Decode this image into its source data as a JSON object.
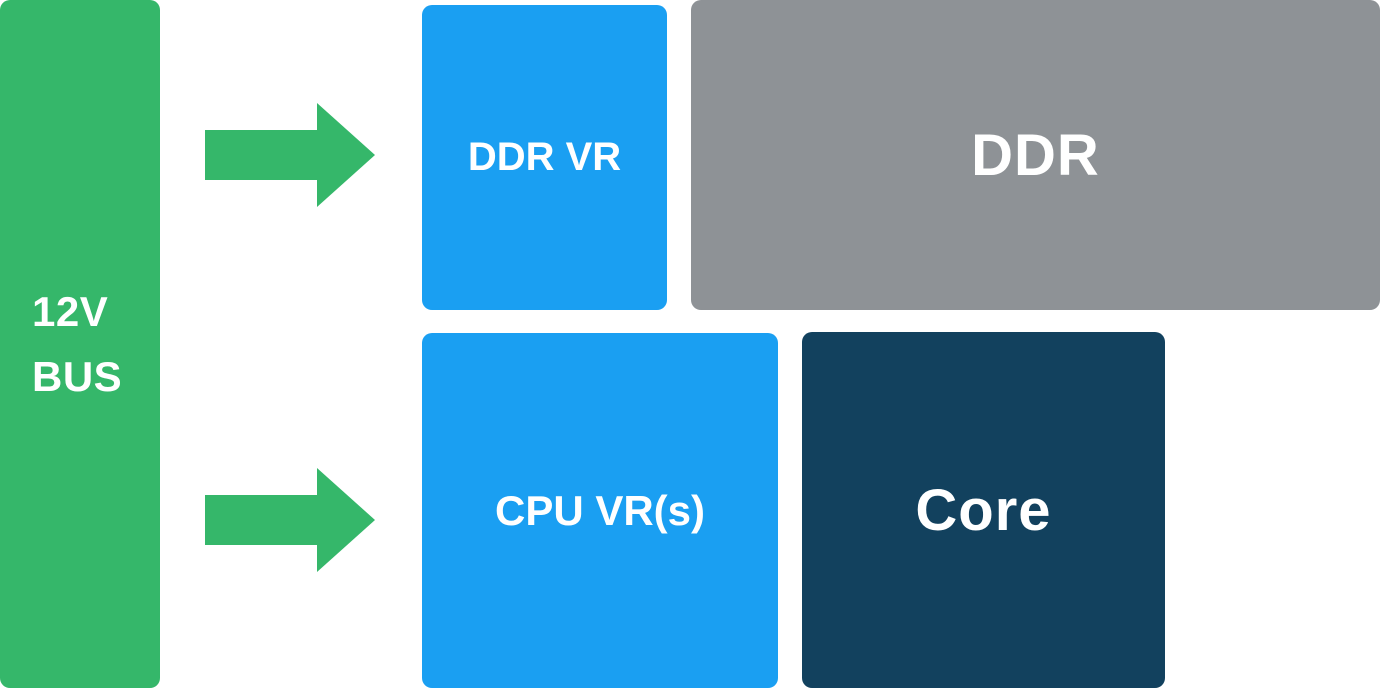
{
  "diagram": {
    "type": "block-diagram",
    "description": "Power delivery block diagram: 12V bus feeding DDR and CPU voltage regulators",
    "bus": {
      "lines": [
        "12V",
        "BUS"
      ],
      "color": "#35b76a"
    },
    "arrows": [
      {
        "id": "arrow-to-ddr-vr",
        "direction": "right",
        "color": "#35b76a"
      },
      {
        "id": "arrow-to-cpu-vr",
        "direction": "right",
        "color": "#35b76a"
      }
    ],
    "nodes": {
      "ddr_vr": {
        "label": "DDR VR",
        "color": "#1a9ff2"
      },
      "ddr": {
        "label": "DDR",
        "color": "#8e9296"
      },
      "cpu_vr": {
        "label": "CPU VR(s)",
        "color": "#1a9ff2"
      },
      "core": {
        "label": "Core",
        "color": "#12415e"
      }
    },
    "text_color": "#ffffff",
    "background_color": "#ffffff"
  }
}
